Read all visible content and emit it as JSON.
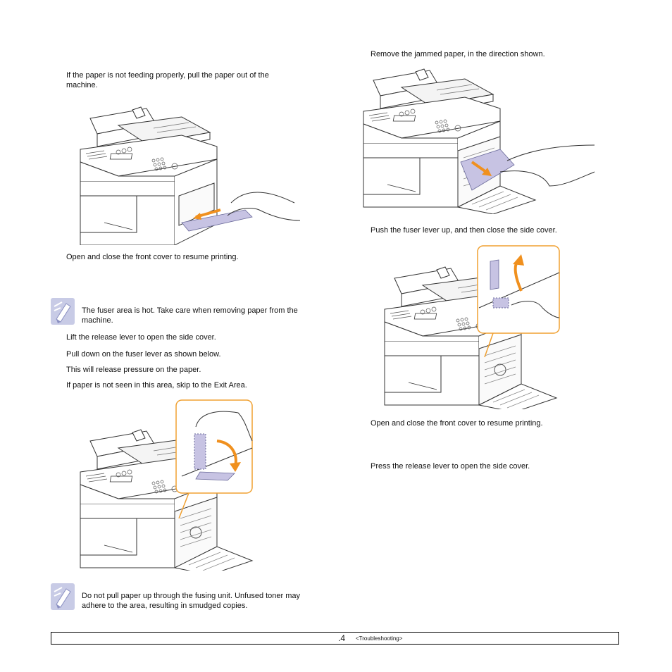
{
  "left_column": {
    "p1": "If the paper is not feeding properly, pull the paper out of the\nmachine.",
    "p2": "Open and close the front cover to resume printing.",
    "note1": "The fuser area is hot. Take care when removing paper from the\nmachine.",
    "p3": "Lift the release lever to open the side cover.",
    "p4": "Pull down on the fuser lever as shown below.",
    "p5": "This will release pressure on the paper.",
    "p6": "If paper is not seen in this area, skip to the Exit Area.",
    "note2": "Do not pull paper up through the fusing unit. Unfused toner may\nadhere to the area, resulting in smudged copies."
  },
  "right_column": {
    "p1": "Remove the jammed paper, in the direction shown.",
    "p2": "Push the fuser lever up, and then close the side cover.",
    "p3": "Open and close the front cover to resume printing.",
    "p4": "Press the release lever to open the side cover."
  },
  "footer": {
    "page": ".4",
    "section": "<Troubleshooting>"
  },
  "icons": {
    "note": "note-pencil-icon",
    "arrow_color": "#f0901e",
    "callout_color": "#f0a030",
    "paper_color": "#c7c3e3"
  }
}
